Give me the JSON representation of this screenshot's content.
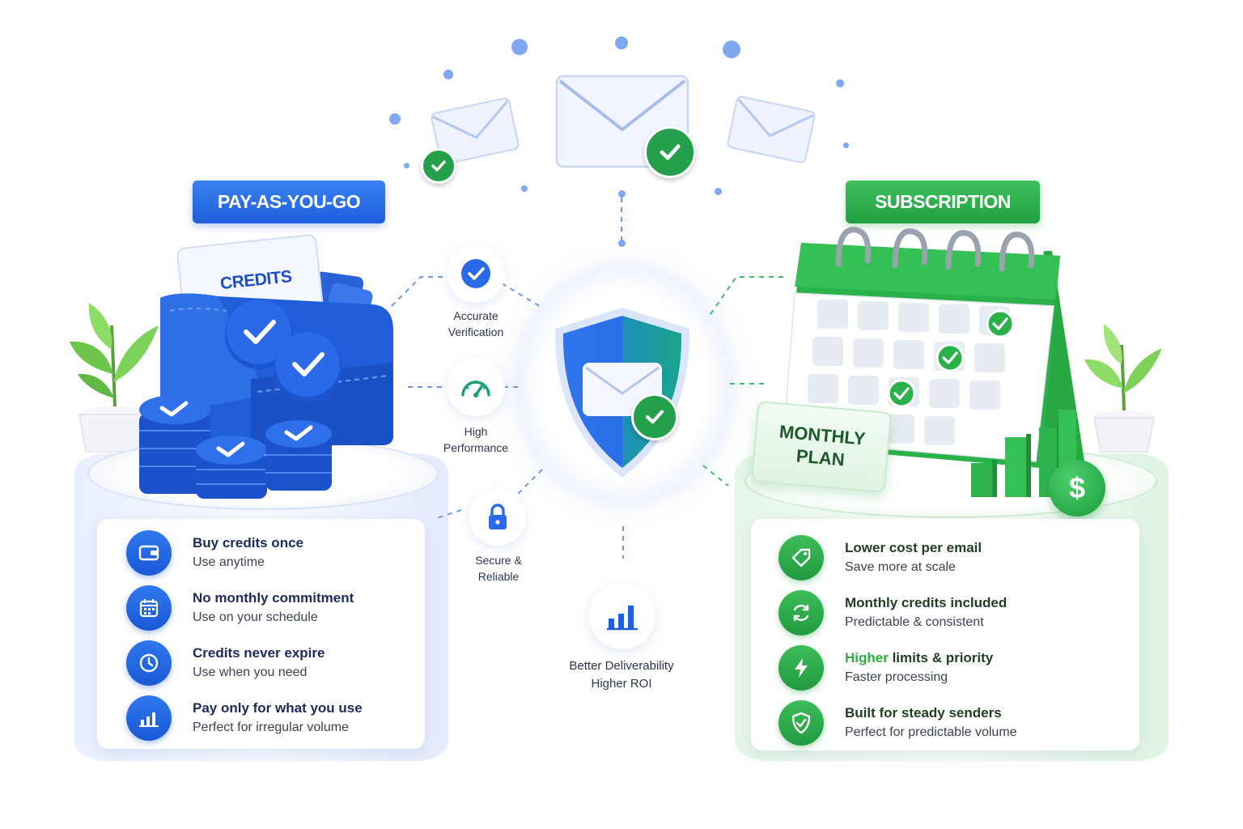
{
  "left": {
    "pill_label": "PAY-AS-YOU-GO",
    "card_label": "CREDITS",
    "features": [
      {
        "title": "Buy credits once",
        "subtitle": "Use anytime",
        "icon": "wallet-icon"
      },
      {
        "title": "No monthly commitment",
        "subtitle": "Use on your schedule",
        "icon": "calendar-icon"
      },
      {
        "title": "Credits never expire",
        "subtitle": "Use when you need",
        "icon": "clock-icon"
      },
      {
        "title": "Pay only for what you use",
        "subtitle": "Perfect for irregular volume",
        "icon": "bar-chart-icon"
      }
    ]
  },
  "right": {
    "pill_label": "SUBSCRIPTION",
    "plan_label_line1": "MONTHLY",
    "plan_label_line2": "PLAN",
    "features": [
      {
        "title": "Lower cost per email",
        "subtitle": "Save more at scale",
        "icon": "price-tag-icon"
      },
      {
        "title": "Monthly credits included",
        "subtitle": "Predictable & consistent",
        "icon": "refresh-icon"
      },
      {
        "title_highlight": "Higher",
        "title_rest": " limits & priority",
        "subtitle": "Faster processing",
        "icon": "lightning-icon"
      },
      {
        "title": "Built for steady senders",
        "subtitle": "Perfect for predictable volume",
        "icon": "shield-check-icon"
      }
    ]
  },
  "center": {
    "accurate_line1": "Accurate",
    "accurate_line2": "Verification",
    "high_line1": "High",
    "high_line2": "Performance",
    "secure_line1": "Secure &",
    "secure_line2": "Reliable",
    "better_line1": "Better Deliverability",
    "better_line2": "Higher ROI"
  },
  "colors": {
    "blue": "#1e5fdc",
    "green": "#22a042",
    "text_dark": "#1d2a5a"
  }
}
